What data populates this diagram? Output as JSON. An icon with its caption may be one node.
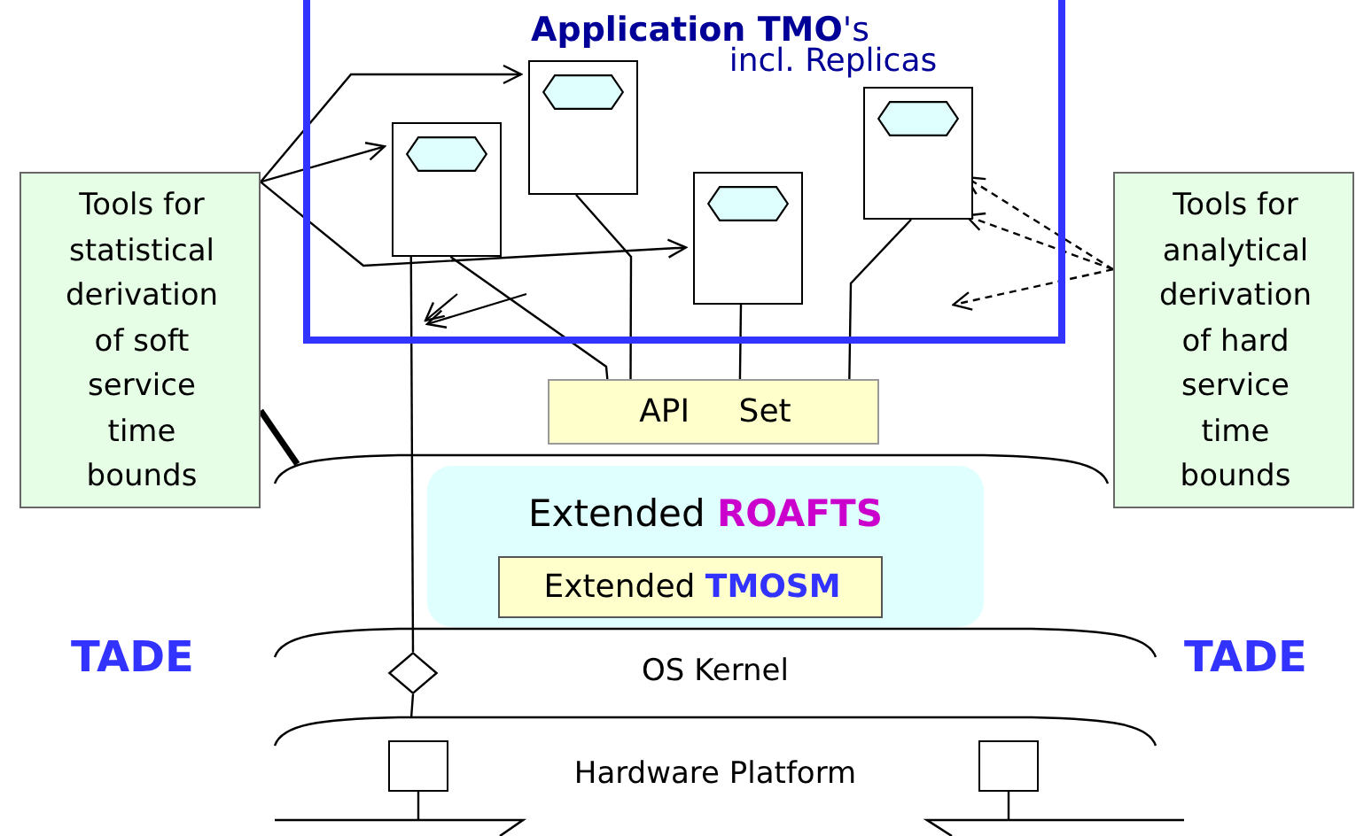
{
  "diagram": {
    "nodes": [
      {
        "text": [
          "**Application TMO**'s",
          "incl. Replicas"
        ]
      },
      {
        "text": [],
        "shape": "box",
        "in": 0
      },
      {
        "text": [],
        "shape": "box",
        "in": 0
      },
      {
        "text": [],
        "shape": "box",
        "in": 0
      },
      {
        "text": [],
        "shape": "box",
        "in": 0
      },
      {
        "text": [
          "Tools for statistical derivation of soft service time bounds"
        ]
      },
      {
        "text": [
          "Tools for analytical derivation of hard service time bounds"
        ]
      },
      {
        "text": [
          "API Set"
        ]
      },
      {
        "text": [],
        "shape": "band"
      },
      {
        "text": [
          "Extended **ROAFTS**"
        ],
        "in": 8
      },
      {
        "text": [
          "Extended **TMOSM**"
        ],
        "in": 9
      },
      {
        "text": [
          "OS Kernel"
        ]
      },
      {
        "text": [],
        "shape": "diamond",
        "in": 11
      },
      {
        "text": [
          "Hardware Platform"
        ]
      },
      {
        "text": [],
        "shape": "box",
        "in": 13
      },
      {
        "text": [],
        "shape": "box",
        "in": 13
      }
    ],
    "edges": [
      {
        "from": 5,
        "to": 1,
        "arrow": "to"
      },
      {
        "from": 5,
        "to": 2,
        "arrow": "to"
      },
      {
        "from": 5,
        "to": 3,
        "arrow": "to"
      },
      {
        "from": 6,
        "to": 4,
        "arrow": "to",
        "style": "dashed"
      },
      {
        "from": 6,
        "to": 4,
        "arrow": "to",
        "style": "dashed"
      },
      {
        "from": 6,
        "to": 0,
        "arrow": "to",
        "style": "dashed"
      },
      {
        "from": 1,
        "to": 12,
        "arrow": "none"
      },
      {
        "from": 1,
        "to": 7,
        "arrow": "none"
      },
      {
        "from": 2,
        "to": 7,
        "arrow": "none"
      },
      {
        "from": 3,
        "to": 7,
        "arrow": "none"
      },
      {
        "from": 4,
        "to": 7,
        "arrow": "none"
      },
      {
        "from": 5,
        "to": 8,
        "arrow": "none",
        "style": "thick"
      },
      {
        "from": 12,
        "to": 13,
        "arrow": "none"
      }
    ],
    "labels": [
      "TADE",
      "TADE"
    ]
  }
}
